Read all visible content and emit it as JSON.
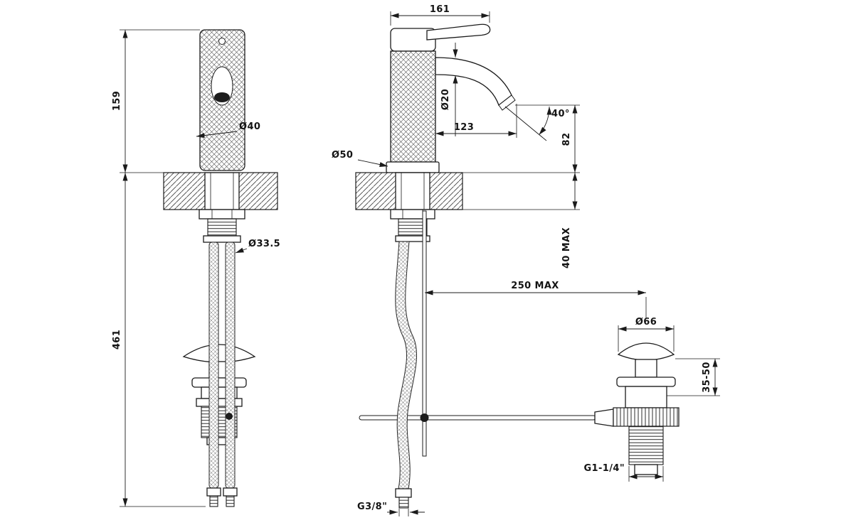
{
  "colors": {
    "line": "#1b1b1b",
    "background": "#ffffff"
  },
  "labels": {
    "h159": "159",
    "h461": "461",
    "d40": "Ø40",
    "d33_5": "Ø33.5",
    "w161": "161",
    "d20": "Ø20",
    "reach123": "123",
    "angle40": "40°",
    "h82": "82",
    "d50": "Ø50",
    "max40": "40  MAX",
    "max250": "250  MAX",
    "g38": "G3/8\"",
    "d66": "Ø66",
    "range35_50": "35-50",
    "g114": "G1-1/4\""
  }
}
